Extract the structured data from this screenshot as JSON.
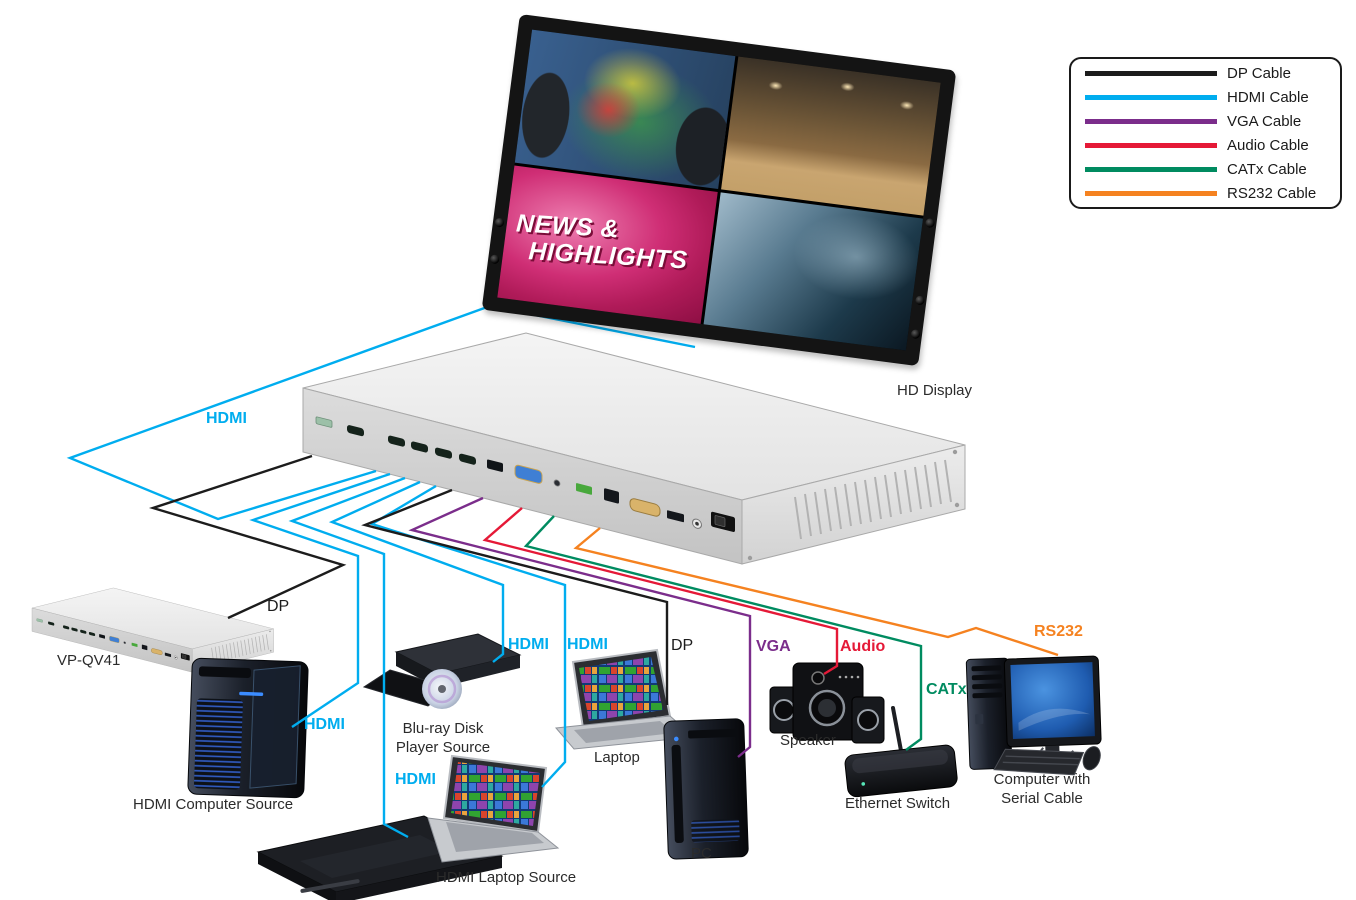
{
  "colors": {
    "dp": "#1C1C1C",
    "hdmi": "#00ADEF",
    "vga": "#7B2D8B",
    "audio": "#E51937",
    "catx": "#008B60",
    "rs232": "#F58220"
  },
  "legend": {
    "items": [
      {
        "key": "dp",
        "label": "DP Cable"
      },
      {
        "key": "hdmi",
        "label": "HDMI Cable"
      },
      {
        "key": "vga",
        "label": "VGA Cable"
      },
      {
        "key": "audio",
        "label": "Audio Cable"
      },
      {
        "key": "catx",
        "label": "CATx Cable"
      },
      {
        "key": "rs232",
        "label": "RS232 Cable"
      }
    ]
  },
  "display": {
    "label": "HD Display",
    "news_line1": "NEWS &",
    "news_line2": "HIGHLIGHTS"
  },
  "cable_labels": [
    {
      "key": "hdmi",
      "text": "HDMI"
    },
    {
      "key": "dp",
      "text": "DP"
    },
    {
      "key": "hdmi",
      "text": "HDMI"
    },
    {
      "key": "hdmi",
      "text": "HDMI"
    },
    {
      "key": "hdmi",
      "text": "HDMI"
    },
    {
      "key": "hdmi",
      "text": "HDMI"
    },
    {
      "key": "dp",
      "text": "DP"
    },
    {
      "key": "vga",
      "text": "VGA"
    },
    {
      "key": "audio",
      "text": "Audio"
    },
    {
      "key": "catx",
      "text": "CATx"
    },
    {
      "key": "rs232",
      "text": "RS232"
    }
  ],
  "devices": {
    "vp_qv41": "VP-QV41",
    "hdmi_computer_source": "HDMI Computer Source",
    "blu_ray_line1": "Blu-ray Disk",
    "blu_ray_line2": "Player Source",
    "hdmi_laptop_source": "HDMI Laptop Source",
    "laptop": "Laptop",
    "pc": "PC",
    "speaker": "Speaker",
    "ethernet_switch": "Ethernet Switch",
    "computer_serial_line1": "Computer with",
    "computer_serial_line2": "Serial Cable"
  }
}
